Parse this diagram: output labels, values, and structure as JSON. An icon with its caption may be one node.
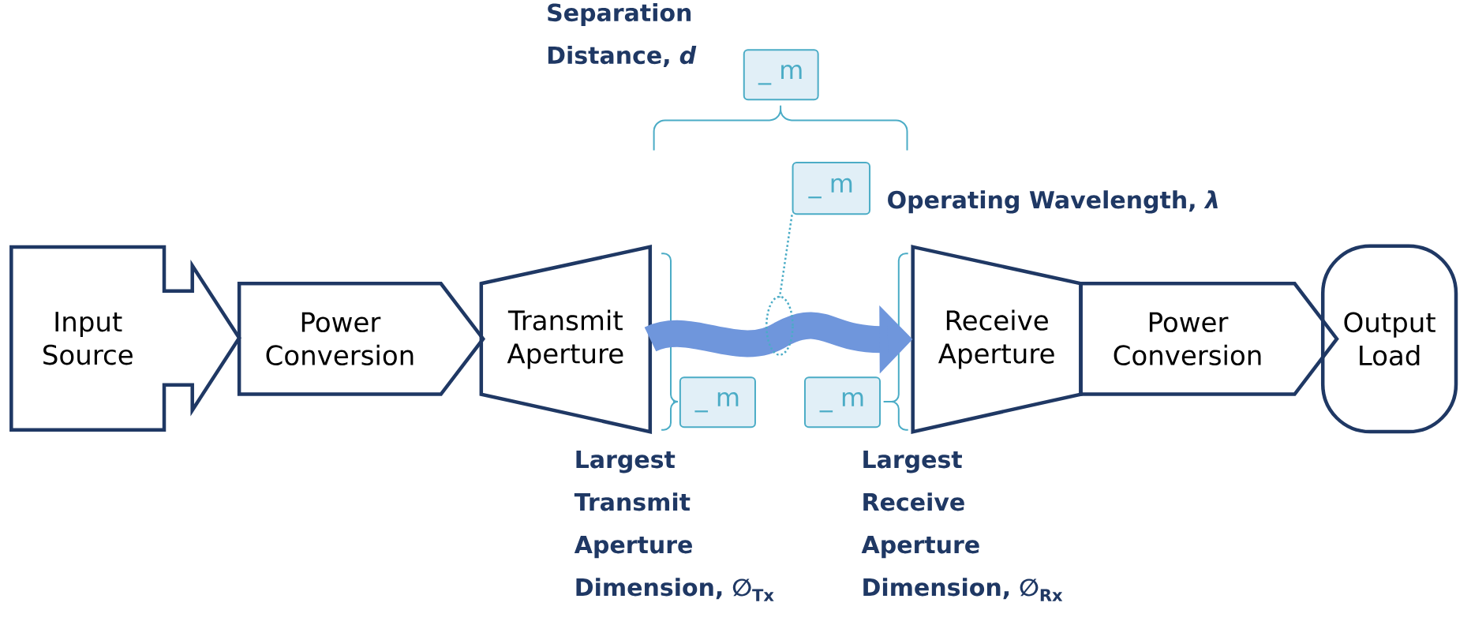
{
  "diagram": {
    "nodes": [
      {
        "text": [
          "Input Source"
        ]
      },
      {
        "text": [
          "Power Conversion"
        ]
      },
      {
        "text": [
          "Transmit Aperture"
        ]
      },
      {
        "text": [
          "Receive Aperture"
        ]
      },
      {
        "text": [
          "Power Conversion"
        ]
      },
      {
        "text": [
          "Output Load"
        ]
      },
      {
        "text": [
          "_ m"
        ],
        "beside": [
          "Separation Distance, *d*"
        ]
      },
      {
        "text": [
          "_ m"
        ],
        "beside": [
          "Operating Wavelength, *λ*"
        ]
      },
      {
        "text": [
          "_ m"
        ],
        "beside": [
          "Largest Transmit Aperture Dimension, ∅$_{Tx}$"
        ]
      },
      {
        "text": [
          "_ m"
        ],
        "beside": [
          "Largest Receive Aperture Dimension, ∅$_{Rx}$"
        ]
      }
    ],
    "edges": [
      {
        "from": 2,
        "to": 3,
        "arrow": "to",
        "style": "thick",
        "color": "#6f96dc"
      },
      {
        "from": 7,
        "to": null,
        "arrow": "none",
        "style": "dashed",
        "color": "#4bacc6"
      }
    ]
  }
}
